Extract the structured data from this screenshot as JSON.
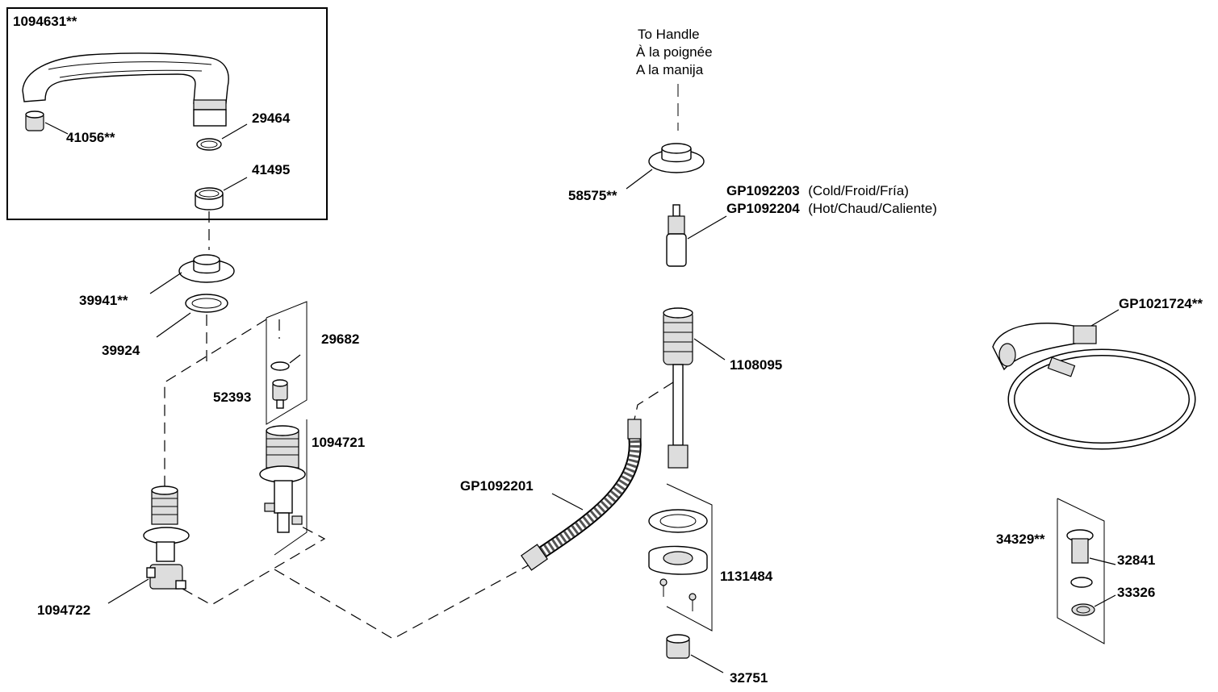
{
  "labels": {
    "spout_kit": "1094631**",
    "aerator": "41056**",
    "o_ring_spout": "29464",
    "spout_bushing": "41495",
    "escutcheon_spout": "39941**",
    "gasket_spout": "39924",
    "o_ring_valve": "29682",
    "valve_insert": "52393",
    "diverter_valve": "1094721",
    "spout_shank": "1094722",
    "handle_escutcheon": "58575**",
    "cartridge_cold": "GP1092203",
    "cartridge_hot": "GP1092204",
    "valve_body": "1108095",
    "supply_hose": "GP1092201",
    "mounting_kit": "1131484",
    "nut": "32751",
    "spray_hose": "GP1021724**",
    "spray_support": "34329**",
    "washer_a": "32841",
    "washer_b": "33326"
  },
  "notes": {
    "to_handle_en": "To Handle",
    "to_handle_fr": "À la poignée",
    "to_handle_es": "A la manija",
    "cold_note": "(Cold/Froid/Fría)",
    "hot_note": "(Hot/Chaud/Caliente)"
  }
}
